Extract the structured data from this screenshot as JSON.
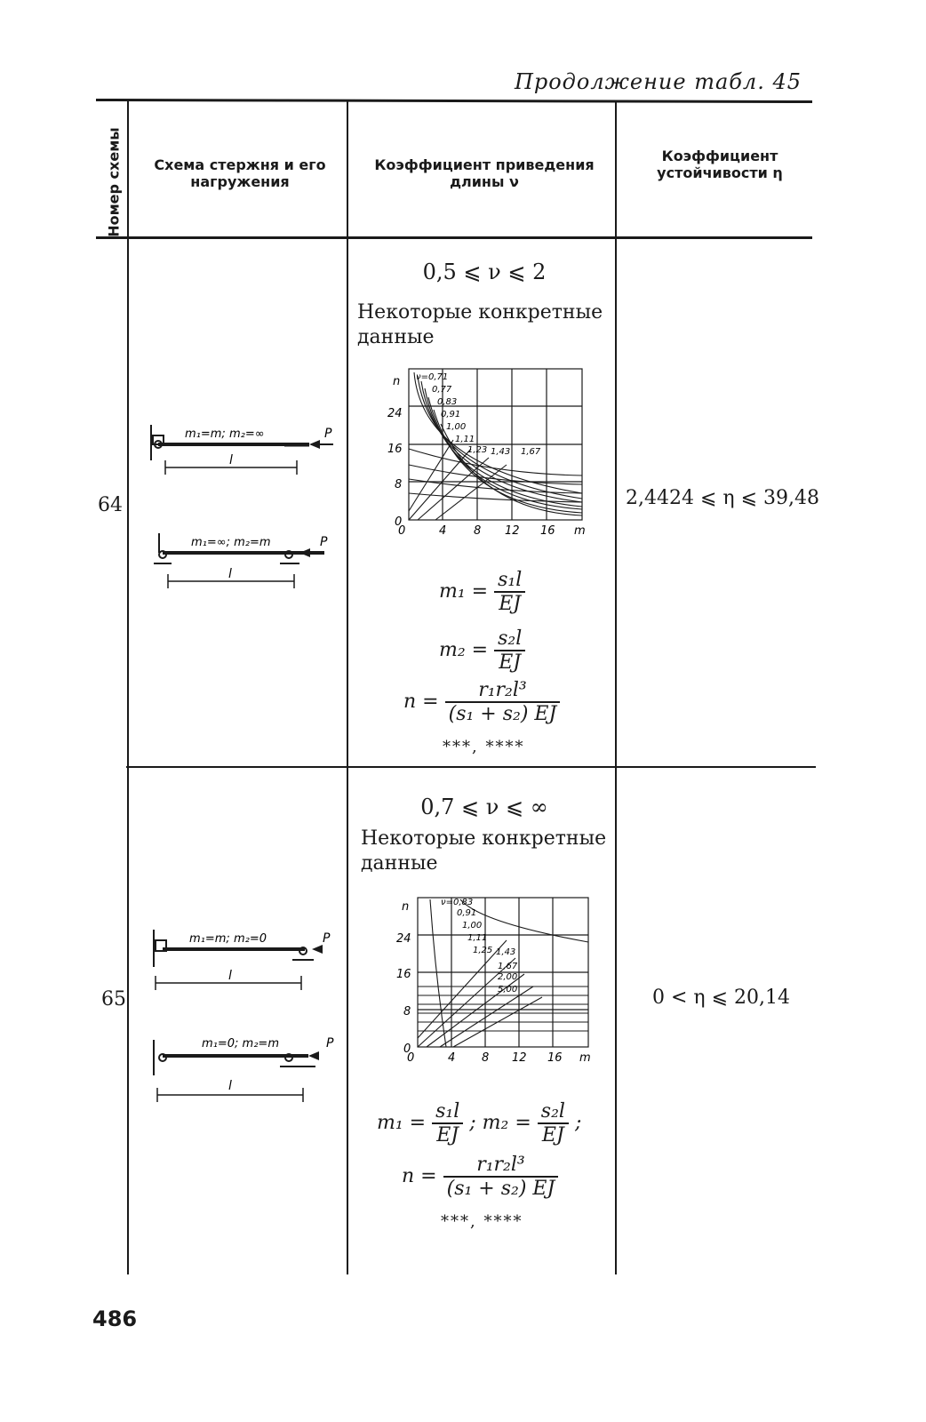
{
  "continuation_title": "Продолжение табл. 45",
  "headers": {
    "scheme_number": "Номер схемы",
    "scheme": "Схема стержня и его нагружения",
    "length_coef": "Коэффициент приведения длины ν",
    "stability_coef": "Коэффициент устойчивости η"
  },
  "rows": [
    {
      "number": "64",
      "range": "0,5 ⩽ ν ⩽ 2",
      "note": "Некоторые конкретные данные",
      "graph": {
        "y_axis_label": "n",
        "x_axis_label": "m",
        "y_ticks": [
          "24",
          "16",
          "8",
          "0"
        ],
        "x_ticks": [
          "0",
          "4",
          "8",
          "12",
          "16"
        ],
        "curve_labels": [
          "ν=0,71",
          "0,77",
          "0,83",
          "0,91",
          "1,00",
          "1,11",
          "1,23",
          "1,43",
          "1,67"
        ]
      },
      "formulas": {
        "m1_lhs": "m₁ =",
        "m1_num": "s₁l",
        "m1_den": "EJ",
        "m2_lhs": "m₂ =",
        "m2_num": "s₂l",
        "m2_den": "EJ",
        "n_lhs": "n =",
        "n_num": "r₁r₂l³",
        "n_den": "(s₁ + s₂) EJ"
      },
      "stars": "***, ****",
      "eta": "2,4424 ⩽ η ⩽ 39,48",
      "diagram1": {
        "label": "m₁=m; m₂=∞",
        "force": "P",
        "length": "l"
      },
      "diagram2": {
        "label": "m₁=∞; m₂=m",
        "force": "P",
        "length": "l"
      }
    },
    {
      "number": "65",
      "range": "0,7 ⩽ ν ⩽ ∞",
      "note": "Некоторые конкретные данные",
      "graph": {
        "y_axis_label": "n",
        "x_axis_label": "m",
        "y_ticks": [
          "24",
          "16",
          "8",
          "0"
        ],
        "x_ticks": [
          "0",
          "4",
          "8",
          "12",
          "16"
        ],
        "curve_labels": [
          "ν=0,83",
          "0,91",
          "1,00",
          "1,11",
          "1,25",
          "1,43",
          "1,67",
          "2,00",
          "5,00"
        ]
      },
      "formulas": {
        "m1_lhs": "m₁ =",
        "m1_num": "s₁l",
        "m1_den": "EJ",
        "m2_lhs": "; m₂ =",
        "m2_num": "s₂l",
        "m2_den": "EJ",
        "n_lhs": "n =",
        "n_num": "r₁r₂l³",
        "n_den": "(s₁ + s₂) EJ"
      },
      "stars": "***, ****",
      "eta": "0 < η ⩽ 20,14",
      "diagram1": {
        "label": "m₁=m; m₂=0",
        "force": "P",
        "length": "l"
      },
      "diagram2": {
        "label": "m₁=0; m₂=m",
        "force": "P",
        "length": "l"
      }
    }
  ],
  "page_number": "486"
}
